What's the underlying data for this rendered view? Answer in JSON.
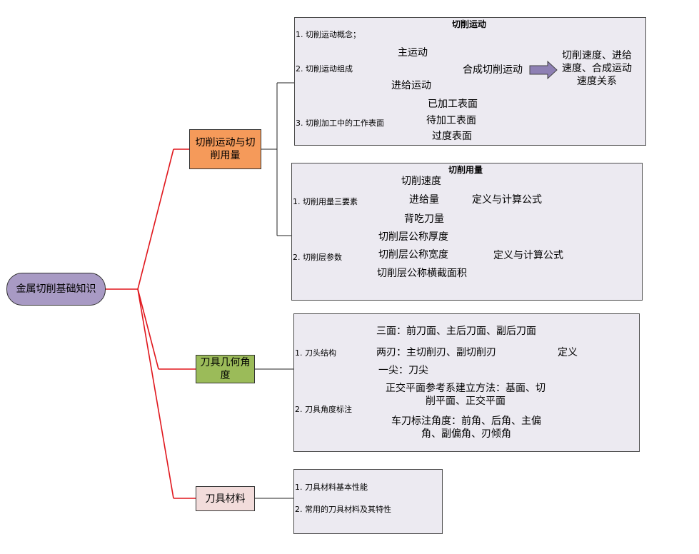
{
  "root": {
    "label": "金属切削基础知识"
  },
  "branches": {
    "b1": {
      "label": "切削运动与切削用量",
      "color": "#f59a5a"
    },
    "b2": {
      "label": "刀具几何角度",
      "color": "#9bbb59"
    },
    "b3": {
      "label": "刀具材料",
      "color": "#f2dcdb"
    }
  },
  "panels": {
    "p1": {
      "title": "切削运动",
      "item1": "1. 切削运动概念；",
      "item2": "2. 切削运动组成",
      "main_motion": "主运动",
      "feed_motion": "进给运动",
      "combined": "合成切削运动",
      "result": "切削速度、进给速度、合成运动速度关系",
      "item3": "3. 切削加工中的工作表面",
      "surfaces": [
        "已加工表面",
        "待加工表面",
        "过度表面"
      ]
    },
    "p2": {
      "title": "切削用量",
      "item1": "1. 切削用量三要素",
      "elements": [
        "切削速度",
        "进给量",
        "背吃刀量"
      ],
      "def1": "定义与计算公式",
      "item2": "2. 切削层参数",
      "params": [
        "切削层公称厚度",
        "切削层公称宽度",
        "切削层公称横截面积"
      ],
      "def2": "定义与计算公式"
    },
    "p3": {
      "item1": "1. 刀头结构",
      "faces": "三面：前刀面、主后刀面、副后刀面",
      "edges": "两刃：主切削刃、副切削刃",
      "tip": "一尖：刀尖",
      "def": "定义",
      "item2": "2. 刀具角度标注",
      "plane_system": "正交平面参考系建立方法：基面、切削平面、正交平面",
      "angles": "车刀标注角度：前角、后角、主偏角、副偏角、刃倾角"
    },
    "p4": {
      "item1": "1. 刀具材料基本性能",
      "item2": "2. 常用的刀具材料及其特性"
    }
  },
  "colors": {
    "connector": "#e0151b",
    "panel_bg": "#eceaf1",
    "arrow": "#8e80b4"
  }
}
